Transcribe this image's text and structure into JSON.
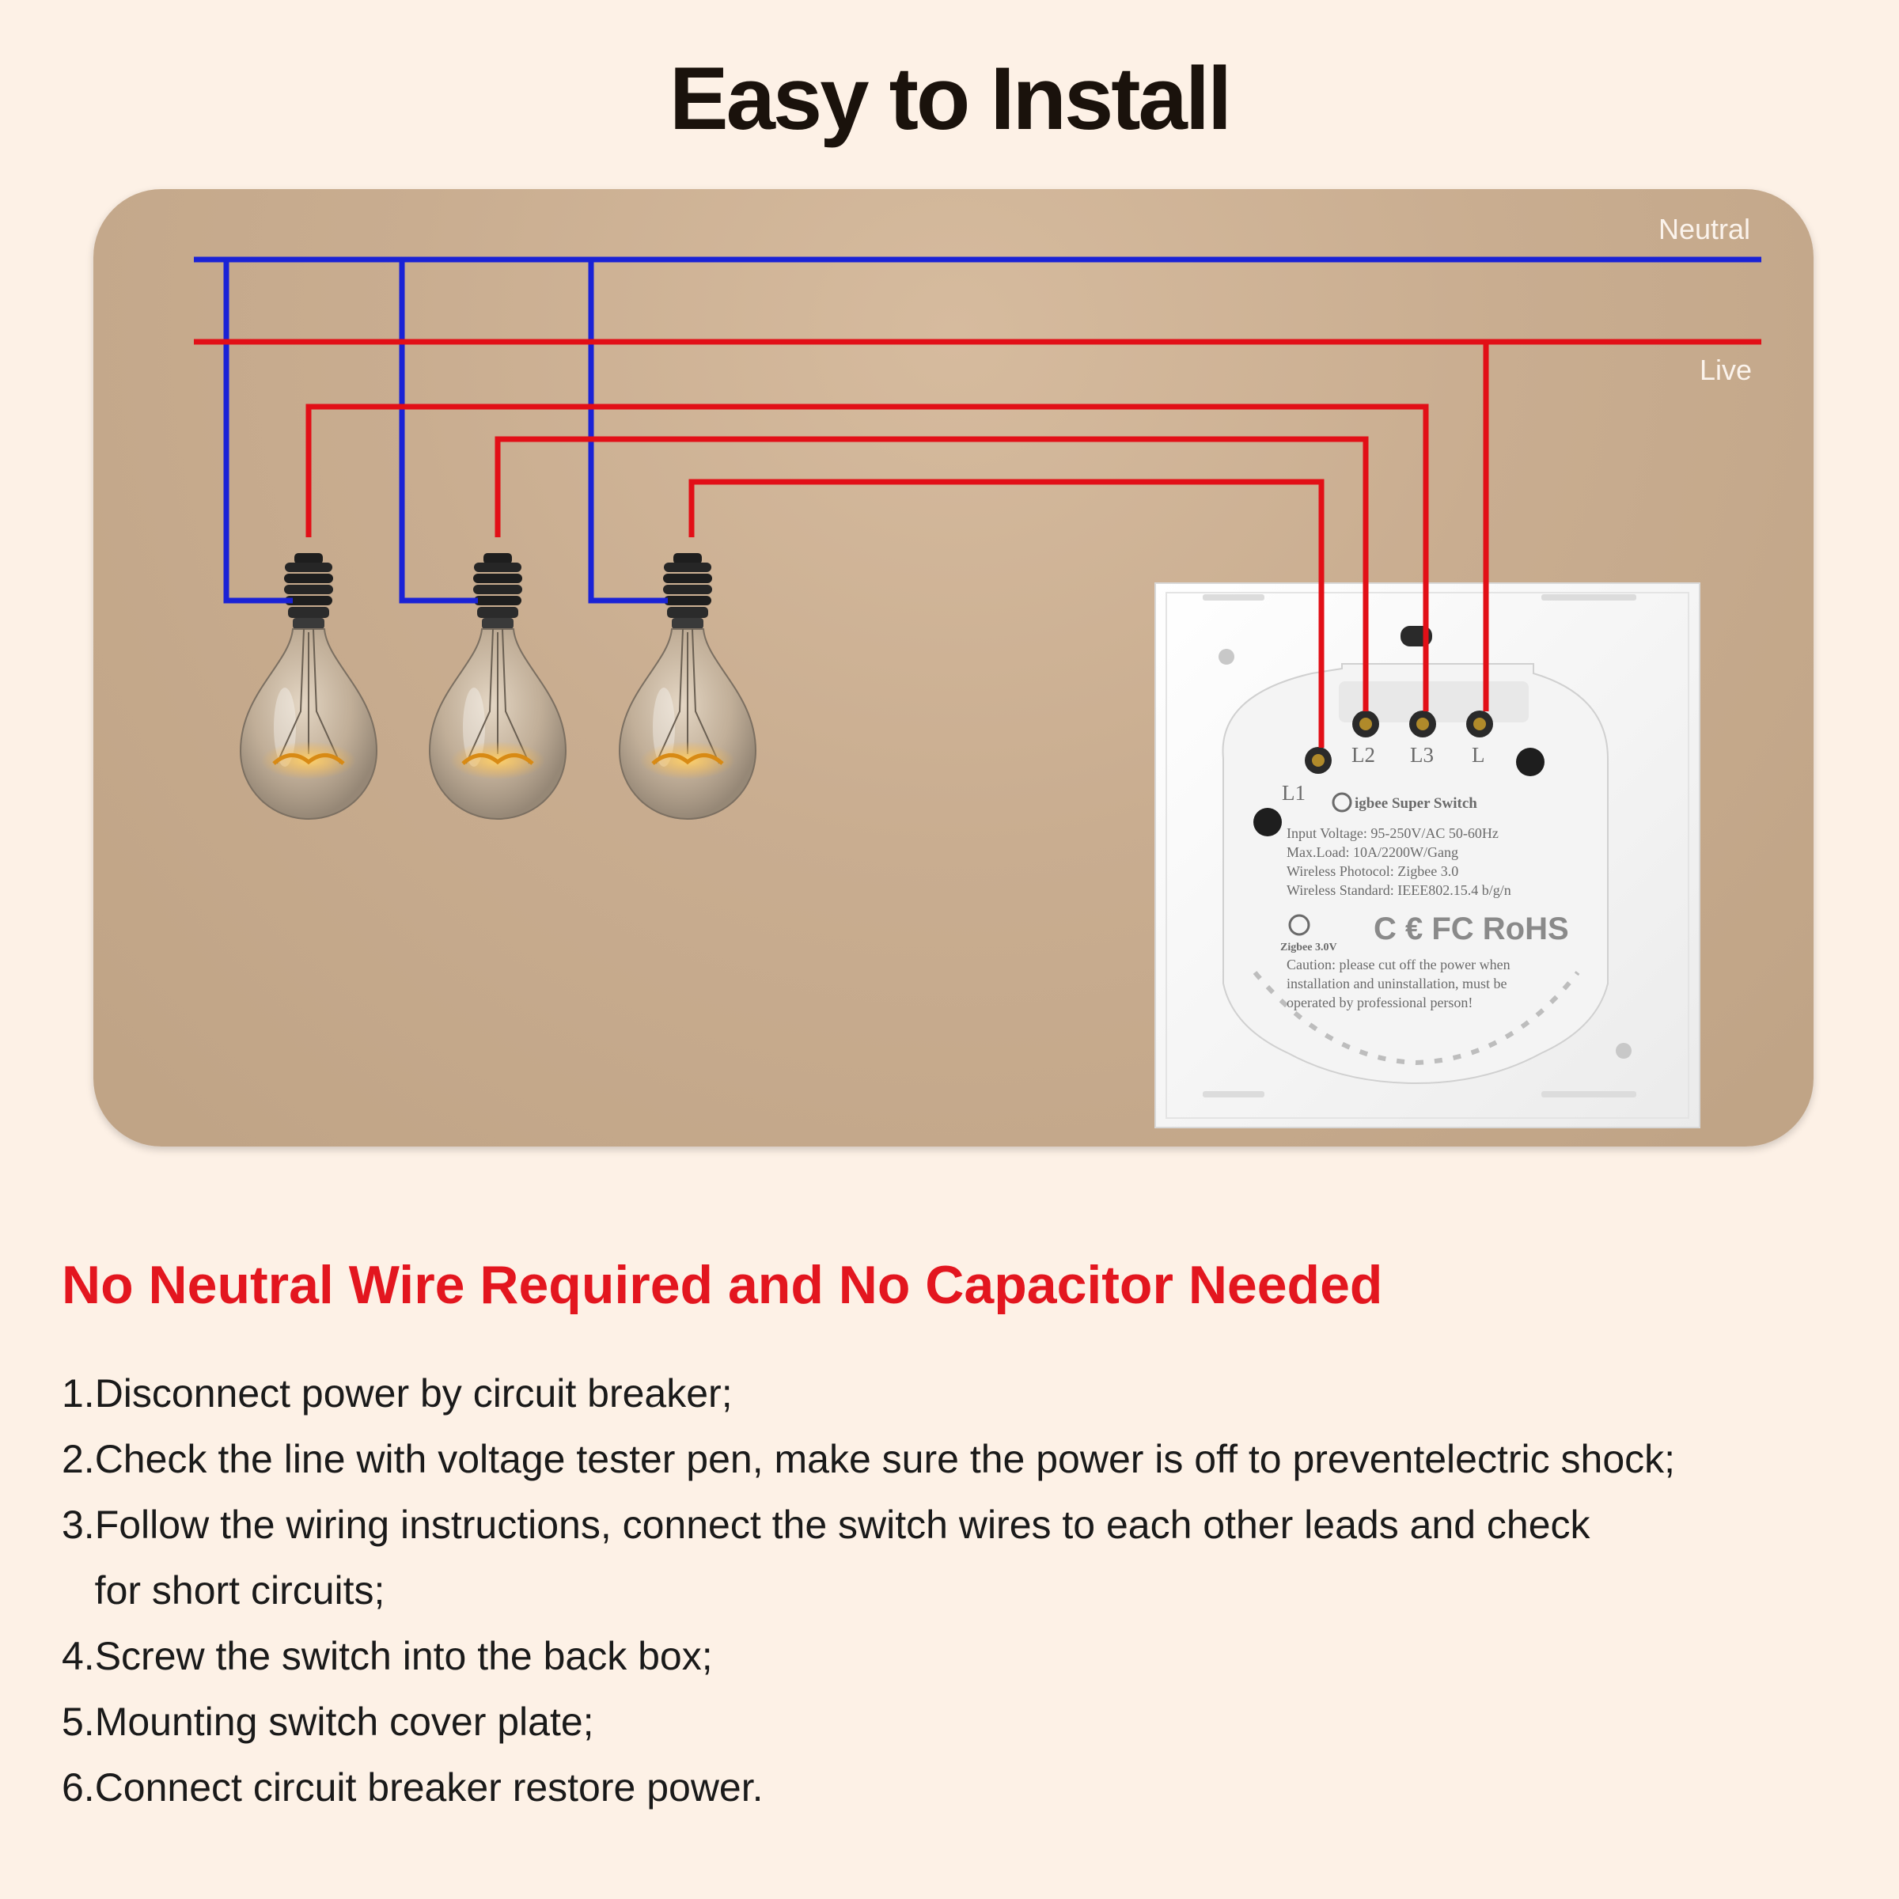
{
  "title": "Easy to Install",
  "diagram": {
    "neutral_label": "Neutral",
    "live_label": "Live",
    "colors": {
      "neutral": "#1a22d6",
      "live": "#e20f17",
      "panel": "#c9ad90"
    },
    "switch": {
      "terminals": [
        "L1",
        "L2",
        "L3",
        "L"
      ],
      "brand": "igbee Super Switch",
      "specs": [
        "Input Voltage: 95-250V/AC 50-60Hz",
        "Max.Load: 10A/2200W/Gang",
        "Wireless Photocol: Zigbee 3.0",
        "Wireless Standard: IEEE802.15.4 b/g/n"
      ],
      "zigbee_mark": "Zigbee 3.0V",
      "cert_marks": "C € FC RoHS",
      "caution": [
        "Caution: please cut off the power when",
        "installation and uninstallation, must be",
        "operated by professional person!"
      ]
    }
  },
  "heading": "No Neutral Wire Required and No Capacitor Needed",
  "steps": [
    "1.Disconnect power by circuit breaker;",
    "2.Check the line with voltage tester pen, make sure the power is off to preventelectric shock;",
    "3.Follow the wiring instructions, connect the switch wires to each other leads and check",
    "   for short circuits;",
    "4.Screw the switch into the back box;",
    "5.Mounting switch cover plate;",
    "6.Connect circuit breaker restore power."
  ]
}
